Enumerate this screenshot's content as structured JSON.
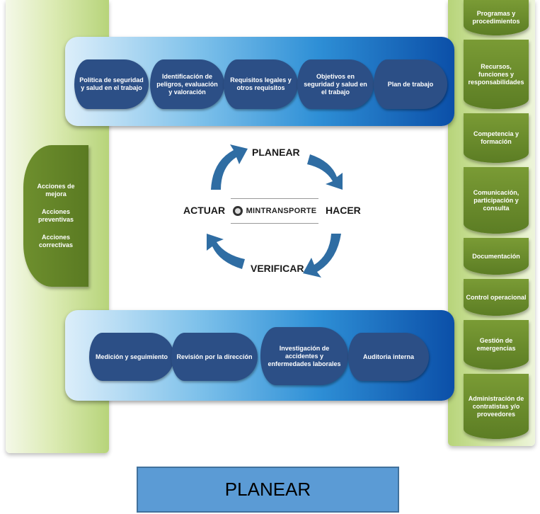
{
  "left_tab": {
    "items": [
      "Acciones de mejora",
      "Acciones preventivas",
      "Acciones correctivas"
    ]
  },
  "right_column": {
    "items": [
      "Programas y procedimientos",
      "Recursos, funciones y responsabilidades",
      "Competencia y formación",
      "Comunicación, participación y consulta",
      "Documentación",
      "Control operacional",
      "Gestión de emergencias",
      "Administración de contratistas y/o proveedores"
    ]
  },
  "top_band": {
    "items": [
      "Política de seguridad y salud en el trabajo",
      "Identificación de peligros, evaluación y valoración",
      "Requisitos legales y otros requisitos",
      "Objetivos en seguridad y salud en el trabajo",
      "Plan de trabajo"
    ]
  },
  "bottom_band": {
    "items": [
      "Medición y seguimiento",
      "Revisión por la dirección",
      "Investigación de accidentes y enfermedades laborales",
      "Auditoria interna"
    ]
  },
  "cycle": {
    "planear": "PLANEAR",
    "hacer": "HACER",
    "verificar": "VERIFICAR",
    "actuar": "ACTUAR",
    "logo": "MINTRANSPORTE",
    "arrow_color": "#2f6da3"
  },
  "caption": "PLANEAR"
}
